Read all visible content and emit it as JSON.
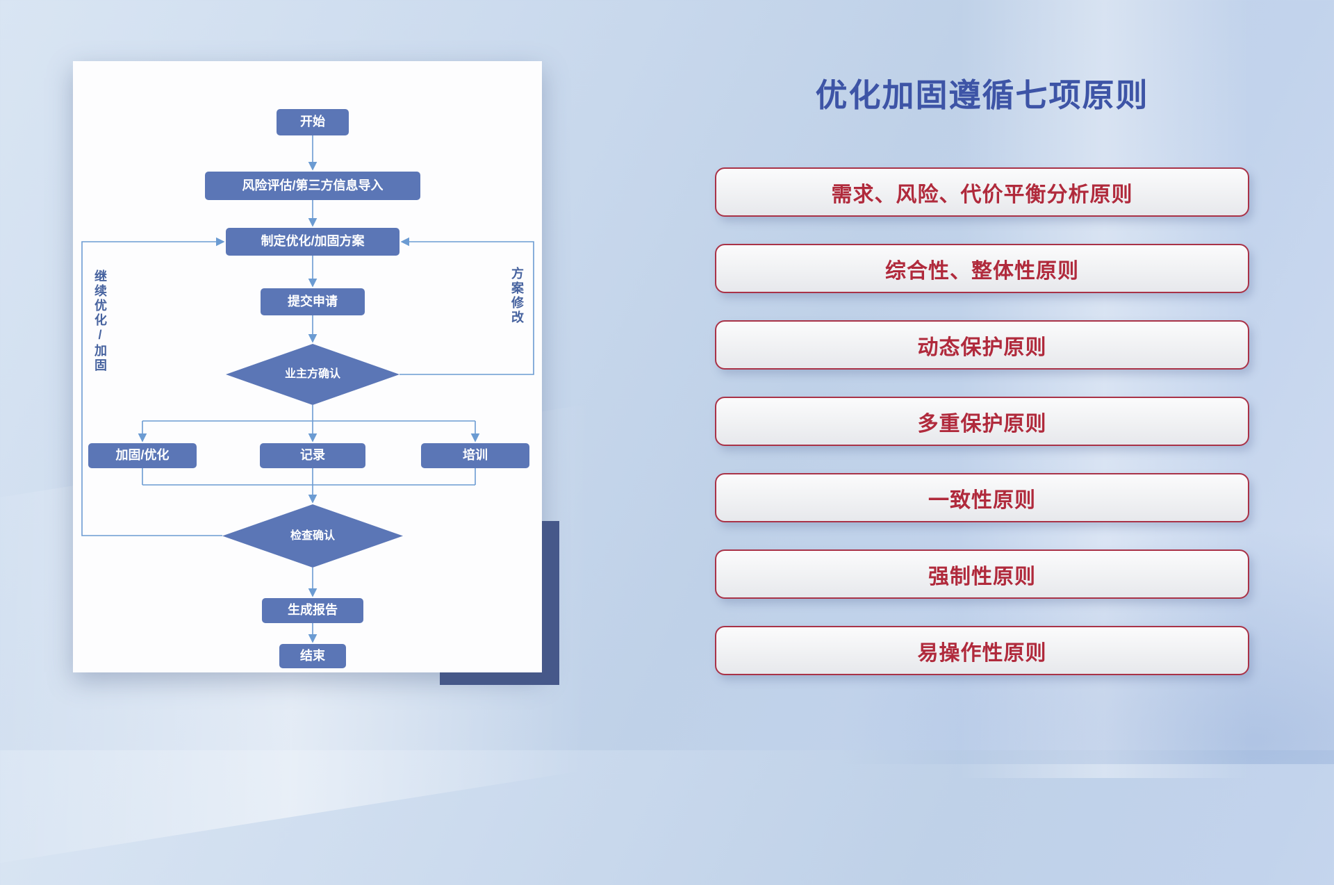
{
  "slide": {
    "title": "优化加固遵循七项原则"
  },
  "flowchart": {
    "nodes": {
      "start": {
        "label": "开始"
      },
      "risk": {
        "label": "风险评估/第三方信息导入"
      },
      "plan": {
        "label": "制定优化/加固方案"
      },
      "submit": {
        "label": "提交申请"
      },
      "owner_confirm": {
        "label": "业主方确认"
      },
      "reinforce": {
        "label": "加固/优化"
      },
      "record": {
        "label": "记录"
      },
      "training": {
        "label": "培训"
      },
      "check": {
        "label": "检查确认"
      },
      "report": {
        "label": "生成报告"
      },
      "end": {
        "label": "结束"
      }
    },
    "loop_labels": {
      "left": "继续优化/加固",
      "right": "方案修改"
    }
  },
  "principles": [
    {
      "label": "需求、风险、代价平衡分析原则"
    },
    {
      "label": "综合性、整体性原则"
    },
    {
      "label": "动态保护原则"
    },
    {
      "label": "多重保护原则"
    },
    {
      "label": "一致性原则"
    },
    {
      "label": "强制性原则"
    },
    {
      "label": "易操作性原则"
    }
  ],
  "colors": {
    "title_color": "#3d54a6",
    "node_fill": "#5b76b6",
    "node_text": "#ffffff",
    "connector": "#6b9bd2",
    "principle_text": "#b02a3c",
    "principle_border": "#a93247",
    "accent_rect": "#47598b"
  }
}
